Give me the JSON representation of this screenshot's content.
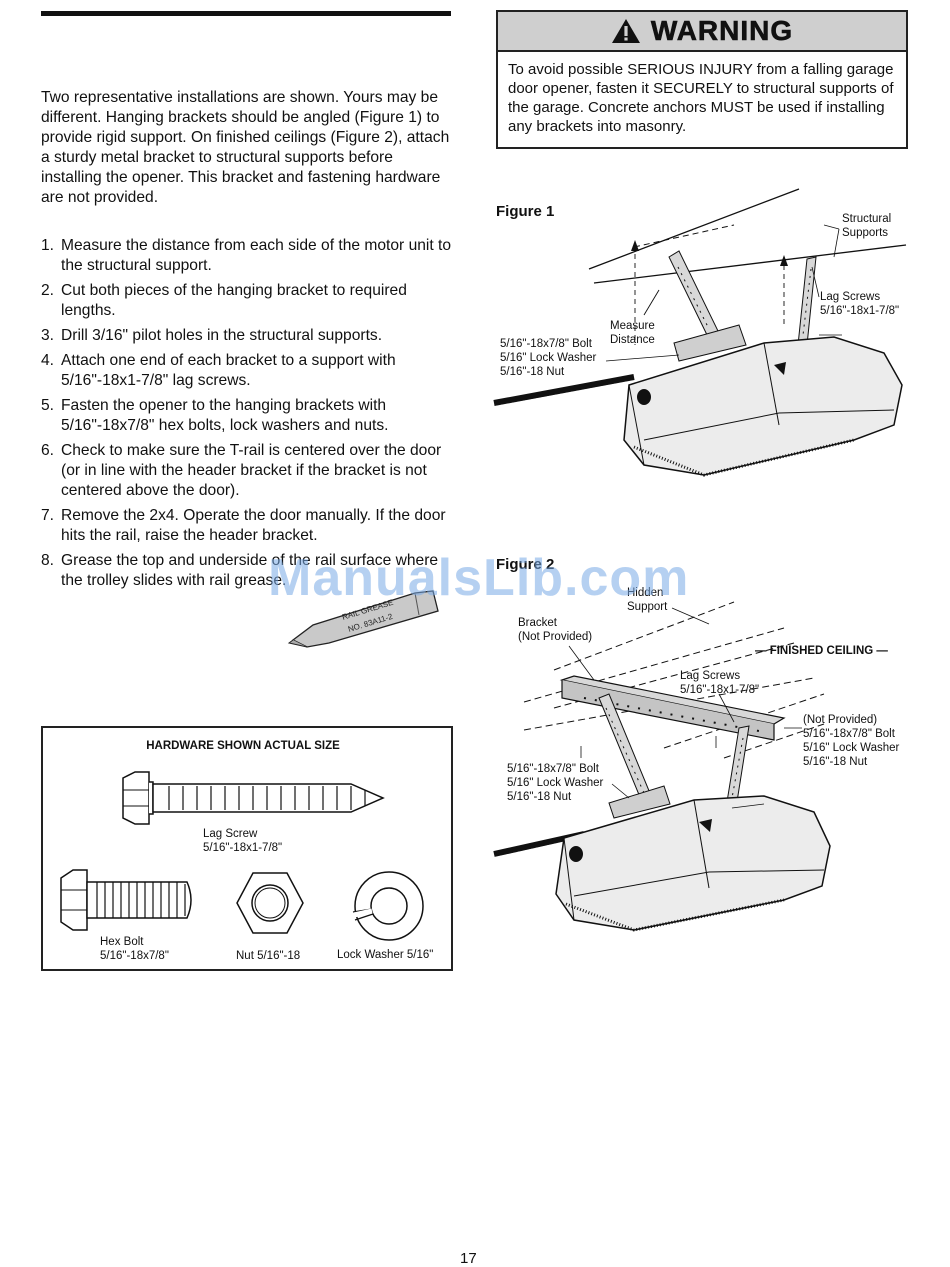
{
  "intro": "Two representative installations are shown. Yours may be different. Hanging brackets should be angled (Figure 1) to provide rigid support. On finished ceilings (Figure 2), attach a sturdy metal bracket to structural supports before installing the opener. This bracket and fastening hardware are not provided.",
  "steps": [
    {
      "num": "1.",
      "text": "Measure the distance from each side of the motor unit to the structural support."
    },
    {
      "num": "2.",
      "text": "Cut both pieces of the hanging bracket to required lengths."
    },
    {
      "num": "3.",
      "text": "Drill 3/16\" pilot holes in the structural supports."
    },
    {
      "num": "4.",
      "text": "Attach one end of each bracket to a support with 5/16\"-18x1-7/8\" lag screws."
    },
    {
      "num": "5.",
      "text": "Fasten the opener to the hanging brackets with 5/16\"-18x7/8\" hex bolts, lock washers and nuts."
    },
    {
      "num": "6.",
      "text": "Check to make sure the T-rail is centered over the door (or in line with the header bracket if the bracket is not centered above the door)."
    },
    {
      "num": "7.",
      "text": "Remove the 2x4. Operate the door manually. If the door hits the rail, raise the header bracket."
    },
    {
      "num": "8.",
      "text": "Grease the top and underside of the rail surface where the trolley slides with rail grease."
    }
  ],
  "grease_tube": {
    "line1": "RAIL GREASE",
    "line2": "NO. 83A11-2"
  },
  "warning": {
    "title": "WARNING",
    "text": "To avoid possible SERIOUS INJURY from a falling garage door opener, fasten it SECURELY to structural supports of the garage. Concrete anchors MUST be used if installing any brackets into masonry."
  },
  "figure1": {
    "label": "Figure 1",
    "structural": [
      "Structural",
      "Supports"
    ],
    "lag": [
      "Lag Screws",
      "5/16\"-18x1-7/8\""
    ],
    "measure": [
      "Measure",
      "Distance"
    ],
    "bolt": [
      "5/16\"-18x7/8\" Bolt",
      "5/16\" Lock Washer",
      "5/16\"-18 Nut"
    ]
  },
  "figure2": {
    "label": "Figure 2",
    "hidden": [
      "Hidden",
      "Support"
    ],
    "bracket": [
      "Bracket",
      "(Not Provided)"
    ],
    "ceiling": "— FINISHED CEILING —",
    "lag": [
      "Lag Screws",
      "5/16\"-18x1-7/8\""
    ],
    "bolt_right": [
      "(Not Provided)",
      "5/16\"-18x7/8\" Bolt",
      "5/16\" Lock Washer",
      "5/16\"-18 Nut"
    ],
    "bolt_left": [
      "5/16\"-18x7/8\" Bolt",
      "5/16\" Lock Washer",
      "5/16\"-18 Nut"
    ]
  },
  "hardware": {
    "title": "HARDWARE SHOWN ACTUAL SIZE",
    "lag": [
      "Lag Screw",
      "5/16\"-18x1-7/8\""
    ],
    "hex": [
      "Hex Bolt",
      "5/16\"-18x7/8\""
    ],
    "nut": "Nut  5/16\"-18",
    "washer": "Lock Washer 5/16\""
  },
  "watermark": "ManualsLib.com",
  "page_number": "17"
}
